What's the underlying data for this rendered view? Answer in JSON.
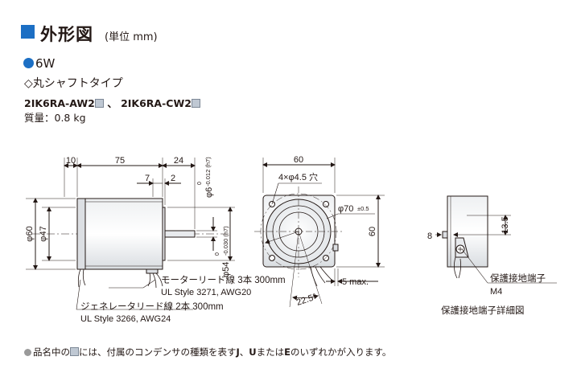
{
  "header": {
    "title": "外形図",
    "unit": "(単位 mm)",
    "accent_color": "#1c6fc4"
  },
  "spec": {
    "wattage": "6W",
    "shaft_type": "◇丸シャフトタイプ",
    "model_a": "2IK6RA-AW2",
    "separator": "、",
    "model_b": "2IK6RA-CW2",
    "mass": "質量：0.8 kg"
  },
  "side_view": {
    "dim_10": "10",
    "dim_75": "75",
    "dim_24": "24",
    "dim_7": "7",
    "dim_2": "2",
    "dim_phi60": "φ60",
    "dim_phi47": "φ47",
    "dim_phi6": "φ6",
    "dim_phi6_tol_upper": "0",
    "dim_phi6_tol_lower": "-0.012 (h7)",
    "dim_phi54": "φ54",
    "dim_phi54_tol_upper": "0",
    "dim_phi54_tol_lower": "-0.030 (h7)",
    "motor_lead_line1": "モーターリード線 3本 300mm",
    "motor_lead_line2": "UL Style 3271, AWG20",
    "gen_lead_line1": "ジェネレータリード線 2本 300mm",
    "gen_lead_line2": "UL Style 3266, AWG24"
  },
  "front_view": {
    "dim_60_top": "60",
    "holes": "4×φ4.5 穴",
    "dim_phi70": "φ70",
    "dim_phi70_tol": "±0.5",
    "dim_60_side": "60",
    "dim_5max": "5 max.",
    "angle": "22.5°"
  },
  "detail_view": {
    "dim_8": "8",
    "dim_13_5": "13.5",
    "ground_terminal": "保護接地端子",
    "screw": "M4",
    "caption": "保護接地端子詳細図"
  },
  "footnote": {
    "part1": "品名中の",
    "part2": "には、付属のコンデンサの種類を表す",
    "J": "J",
    "part3": "、",
    "U": "U",
    "part4": "または",
    "E": "E",
    "part5": "のいずれかが入ります。"
  }
}
